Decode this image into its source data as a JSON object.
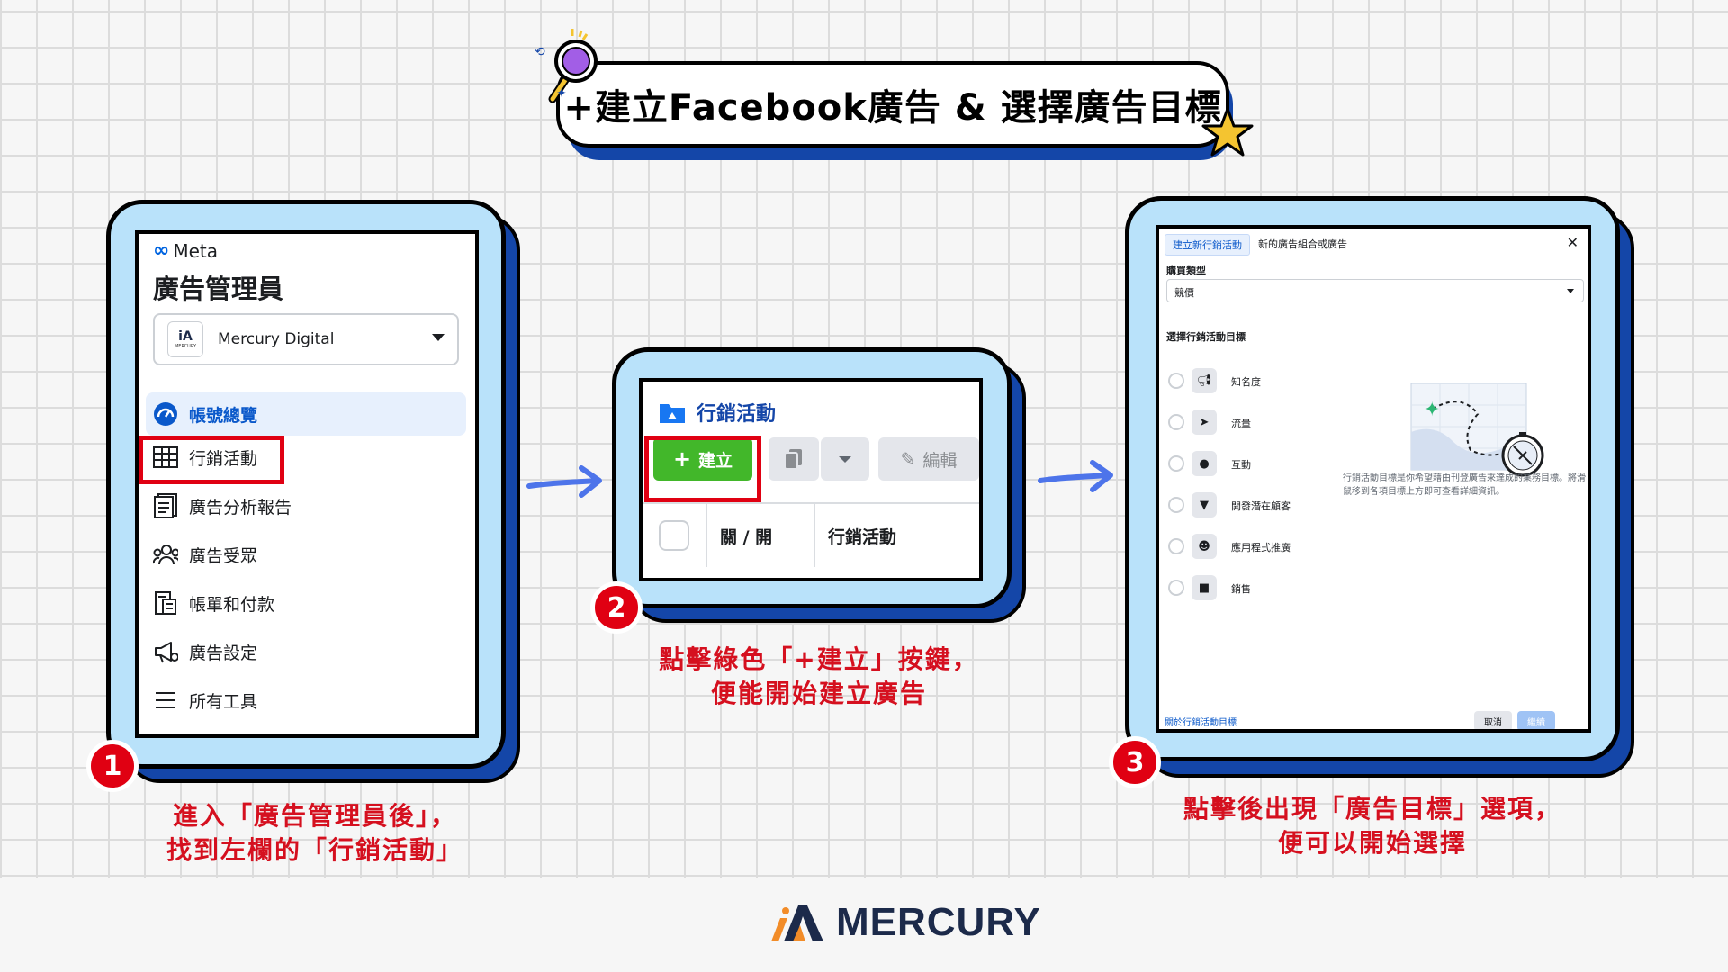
{
  "banner": {
    "title": "+建立Facebook廣告 & 選擇廣告目標"
  },
  "panel1": {
    "brand": "Meta",
    "app_title": "廣告管理員",
    "account": {
      "name": "Mercury Digital",
      "logo_text": "MERCURY"
    },
    "nav": [
      {
        "label": "帳號總覽",
        "icon": "speedometer-icon",
        "active": true
      },
      {
        "label": "行銷活動",
        "icon": "table-grid-icon",
        "active": false
      },
      {
        "label": "廣告分析報告",
        "icon": "report-icon",
        "active": false
      },
      {
        "label": "廣告受眾",
        "icon": "people-icon",
        "active": false
      },
      {
        "label": "帳單和付款",
        "icon": "billing-icon",
        "active": false
      },
      {
        "label": "廣告設定",
        "icon": "megaphone-settings-icon",
        "active": false
      },
      {
        "label": "所有工具",
        "icon": "hamburger-icon",
        "active": false
      }
    ],
    "step": "1",
    "caption_line1": "進入「廣告管理員後」，",
    "caption_line2": "找到左欄的「行銷活動」"
  },
  "panel2": {
    "title": "行銷活動",
    "create_label": "建立",
    "edit_label": "編輯",
    "col_toggle": "關 / 開",
    "col_campaign": "行銷活動",
    "step": "2",
    "caption_line1": "點擊綠色「+建立」按鍵，",
    "caption_line2": "便能開始建立廣告"
  },
  "panel3": {
    "tab_active": "建立新行銷活動",
    "tab_other": "新的廣告組合或廣告",
    "buy_type_label": "購買類型",
    "buy_type_value": "競價",
    "objective_heading": "選擇行銷活動目標",
    "objectives": [
      {
        "label": "知名度",
        "icon": "megaphone-icon"
      },
      {
        "label": "流量",
        "icon": "cursor-icon"
      },
      {
        "label": "互動",
        "icon": "chat-bubbles-icon"
      },
      {
        "label": "開發潛在顧客",
        "icon": "funnel-icon"
      },
      {
        "label": "應用程式推廣",
        "icon": "people-group-icon"
      },
      {
        "label": "銷售",
        "icon": "briefcase-icon"
      }
    ],
    "description": "行銷活動目標是你希望藉由刊登廣告來達成的業務目標。將滑鼠移到各項目標上方即可查看詳細資訊。",
    "footer_link": "關於行銷活動目標",
    "cancel_label": "取消",
    "continue_label": "繼續",
    "step": "3",
    "caption_line1": "點擊後出現「廣告目標」選項，",
    "caption_line2": "便可以開始選擇"
  },
  "footer": {
    "brand": "MERCURY"
  },
  "colors": {
    "accent_blue": "#1446a8",
    "panel_bg": "#b9e2fa",
    "highlight_red": "#e00012",
    "caption_red": "#d5101f",
    "create_green": "#42b72a"
  }
}
